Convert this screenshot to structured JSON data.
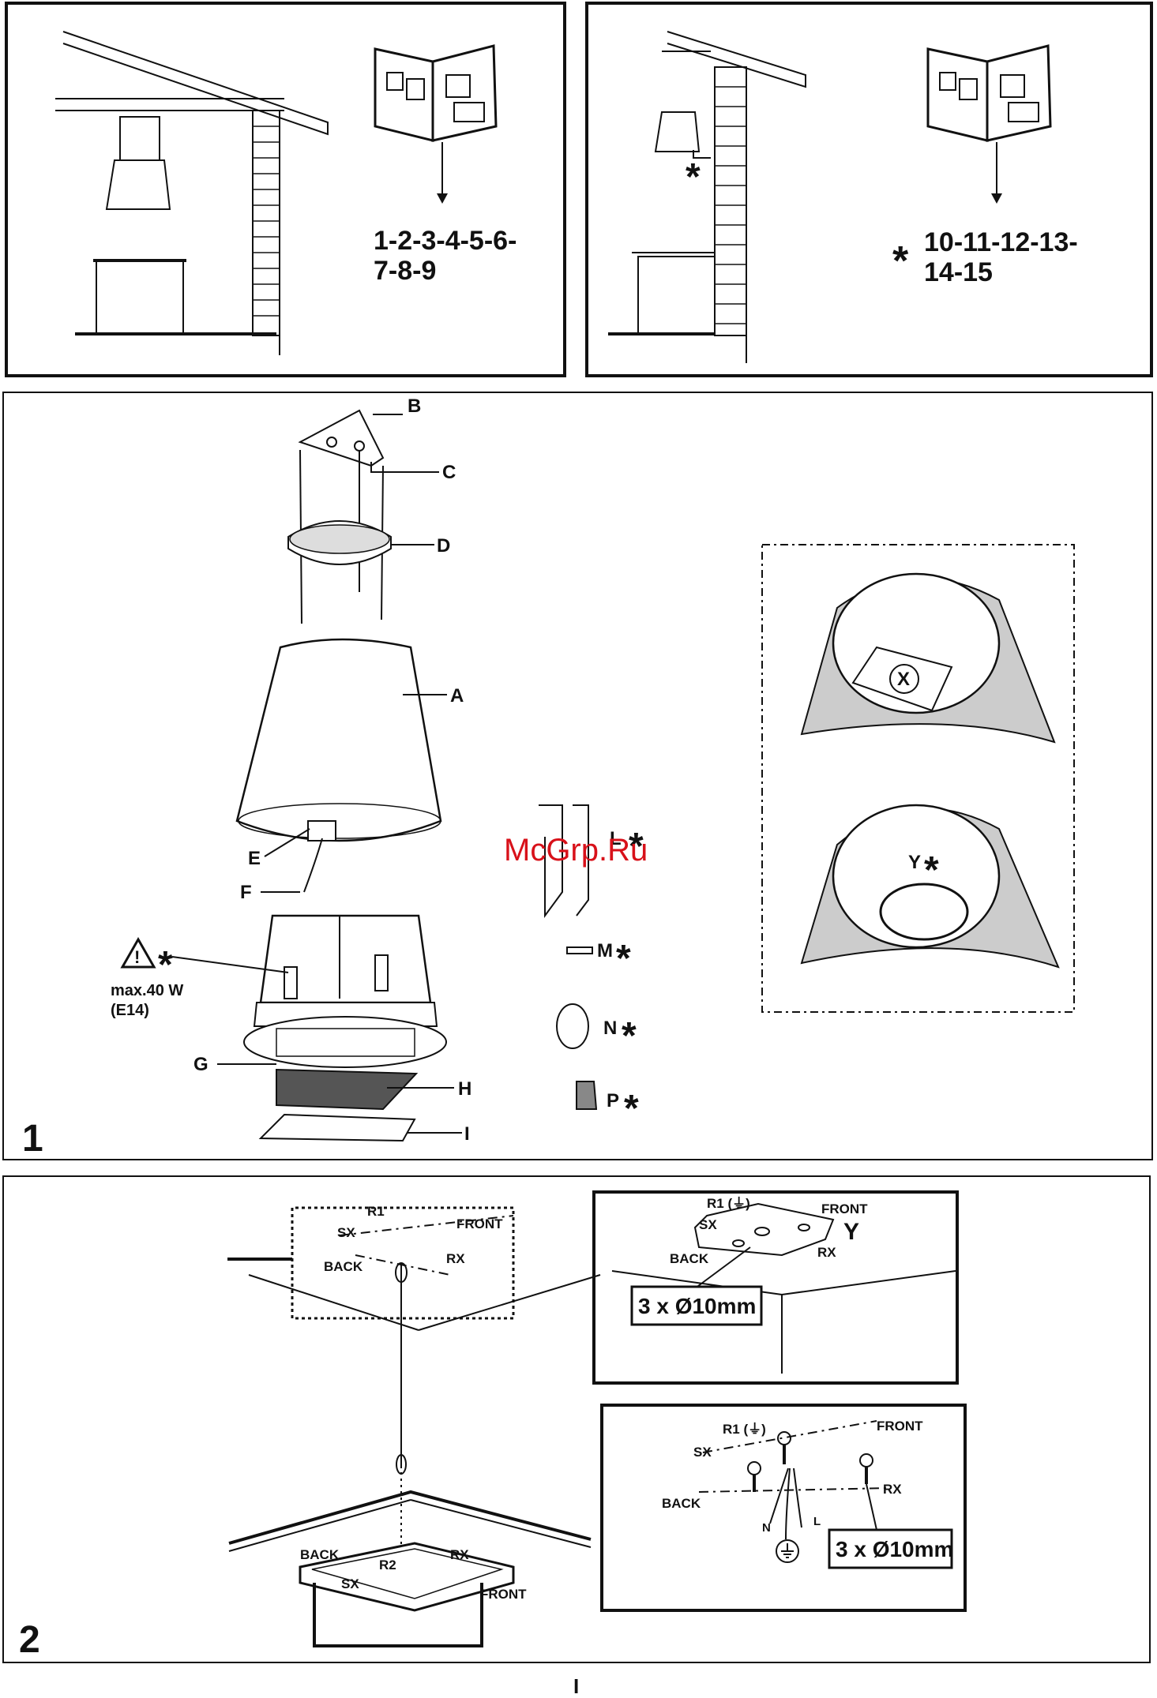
{
  "top_left": {
    "steps": "1-2-3-4-5-6-",
    "steps_line2": "7-8-9"
  },
  "top_right": {
    "star": "*",
    "steps": "10-11-12-13-",
    "steps_line2": "14-15"
  },
  "figure1": {
    "number": "1",
    "labels": {
      "A": "A",
      "B": "B",
      "C": "C",
      "D": "D",
      "E": "E",
      "F": "F",
      "G": "G",
      "H": "H",
      "I": "I",
      "L": "L",
      "M": "M",
      "N": "N",
      "P": "P",
      "X": "X",
      "Y": "Y"
    },
    "star": "*",
    "lamp_warning": {
      "max": "max.40 W",
      "socket": "(E14)"
    }
  },
  "figure2": {
    "number": "2",
    "labels": {
      "R1": "R1",
      "R2": "R2",
      "SX": "SX",
      "RX": "RX",
      "FRONT": "FRONT",
      "BACK": "BACK",
      "Y": "Y",
      "N": "N",
      "L": "L",
      "R1_ground": "R1 (⏚)"
    },
    "holes": "3 x Ø10mm"
  },
  "watermark": "McGrp.Ru",
  "page_number": "I"
}
